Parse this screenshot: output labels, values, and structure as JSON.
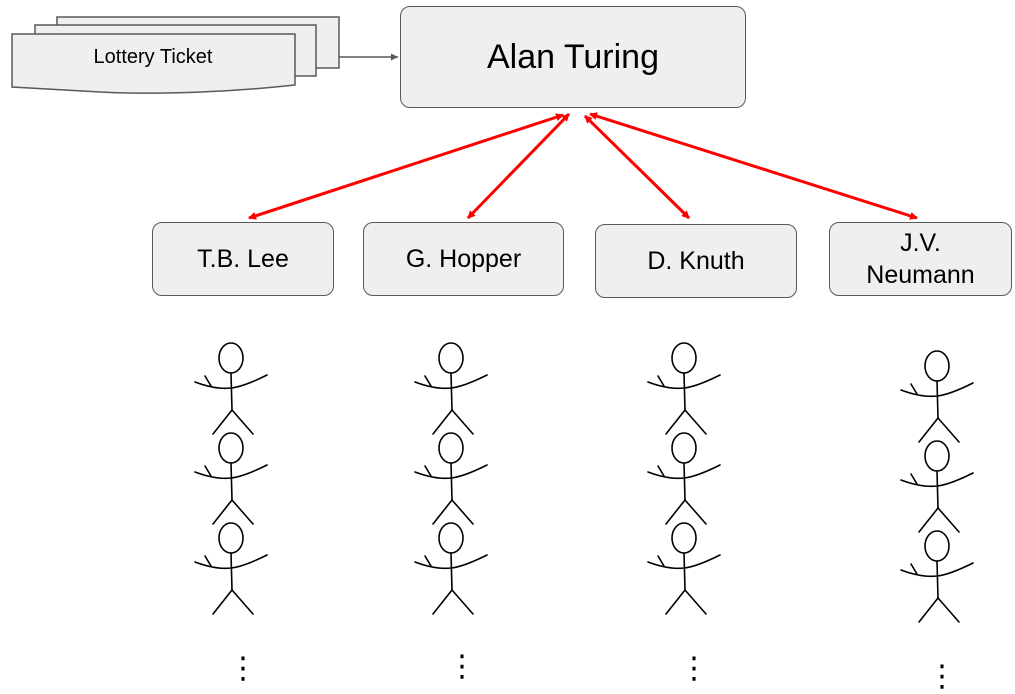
{
  "nodes": {
    "root": "Alan Turing",
    "document": "Lottery Ticket",
    "children": [
      "T.B. Lee",
      "G. Hopper",
      "D. Knuth",
      "J.V. Neumann"
    ]
  },
  "ellipsis": [
    "⋮",
    "⋮",
    "⋮",
    "⋮"
  ],
  "colors": {
    "box_fill": "#efefef",
    "box_border": "#595959",
    "arrow": "#ff0000",
    "connector": "#595959",
    "figure": "#000000"
  },
  "figures_per_column": 3
}
